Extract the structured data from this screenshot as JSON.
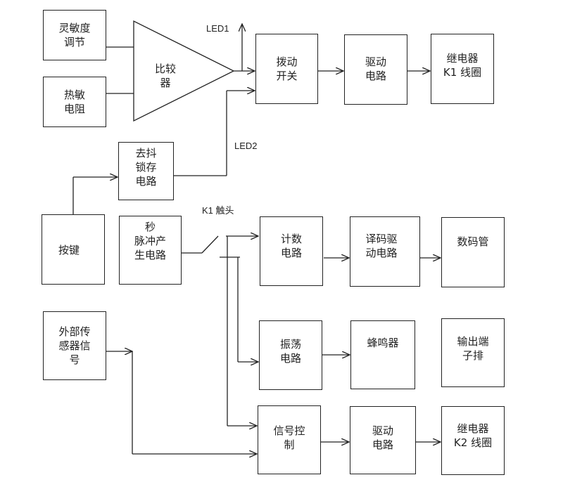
{
  "blocks": {
    "sensitivity": "灵敏度\n调节",
    "thermistor": "热敏\n电阻",
    "comparator": "比较\n器",
    "dip_switch": "拨动\n开关",
    "drive1": "驱动\n电路",
    "relay1": "继电器\nK1 线圈",
    "debounce": "去抖\n锁存\n电路",
    "button": "按键",
    "second_pulse": "秒\n脉冲产\n生电路",
    "counter": "计数\n电路",
    "decoder": "译码驱\n动电路",
    "display": "数码管",
    "oscillator": "振荡\n电路",
    "buzzer": "蜂鸣器",
    "output_terminal": "输出端\n子排",
    "ext_sensor": "外部传\n感器信\n号",
    "signal_ctrl": "信号控\n制",
    "drive2": "驱动\n电路",
    "relay2": "继电器\nK2 线圈"
  },
  "labels": {
    "led1": "LED1",
    "led2": "LED2",
    "k1_contact": "K1 触头"
  }
}
